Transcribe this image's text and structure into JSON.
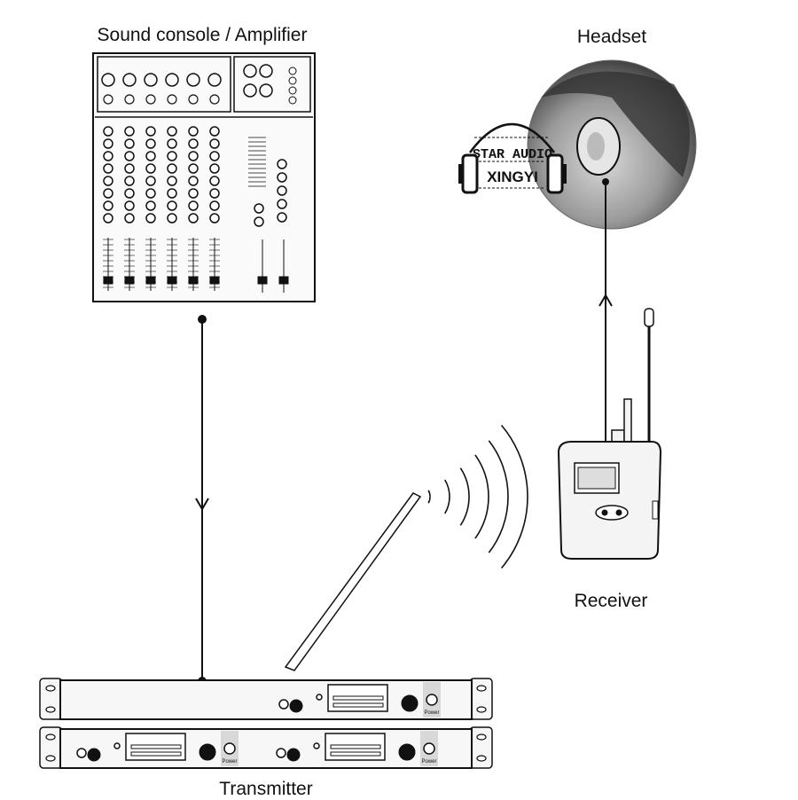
{
  "labels": {
    "console": "Sound console / Amplifier",
    "headset": "Headset",
    "receiver": "Receiver",
    "transmitter": "Transmitter"
  },
  "logo": {
    "line1": "STAR AUDIO",
    "line2": "XINGYI"
  },
  "transmitter_panel": {
    "power_label": "Power"
  },
  "colors": {
    "line": "#111111",
    "device_fill": "#f4f4f4",
    "panel_gray": "#d8d8d8"
  }
}
